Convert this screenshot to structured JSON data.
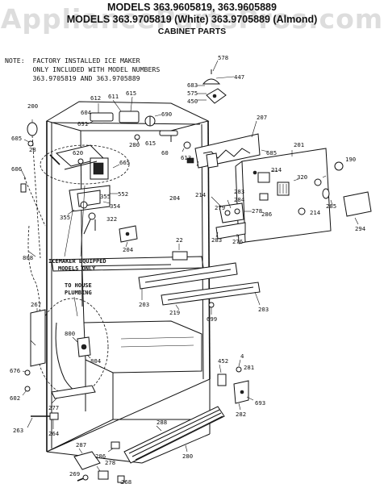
{
  "header": {
    "line1": "MODELS 363.9605819, 363.9605889",
    "line2": "MODELS 363.9705819 (White) 363.9705889 (Almond)",
    "line3": "CABINET PARTS"
  },
  "watermark": "AppliancePartsPros.com",
  "note": {
    "line1": "NOTE:  FACTORY INSTALLED ICE MAKER",
    "line2": "       ONLY INCLUDED WITH MODEL NUMBERS",
    "line3": "       363.9705819 AND 363.9705889"
  },
  "callouts": {
    "icemaker_1": "ICEMAKER EQUIPPED",
    "icemaker_2": "MODELS ONLY",
    "house_1": "TO HOUSE",
    "house_2": "PLUMBING"
  },
  "parts": {
    "p578": "578",
    "p447": "447",
    "p683": "683",
    "p575": "575",
    "p450": "450",
    "p200": "200",
    "p605": "605",
    "p28": "28",
    "p612": "612",
    "p611": "611",
    "p615a": "615",
    "p604": "604",
    "p691": "691",
    "p690": "690",
    "p280": "280",
    "p615b": "615",
    "p207": "207",
    "p620": "620",
    "p60": "60",
    "p613": "613",
    "p665": "665",
    "p685": "685",
    "p201": "201",
    "p190": "190",
    "p606": "606",
    "p214a": "214",
    "p320": "320",
    "p355a": "355",
    "p552": "552",
    "p354": "354",
    "p355b": "355",
    "p322": "322",
    "p204a": "204",
    "p214b": "214",
    "p283a": "283",
    "p284": "284",
    "p286": "286",
    "p279": "279",
    "p278a": "278",
    "p214c": "214",
    "p285": "285",
    "p294": "294",
    "p283b": "283",
    "p276": "276",
    "p204b": "204",
    "p808": "808",
    "p22": "22",
    "p203a": "203",
    "p219": "219",
    "p203b": "203",
    "p267": "267",
    "p699": "699",
    "p800": "800",
    "p804": "804",
    "p452": "452",
    "p4": "4",
    "p281": "281",
    "p676": "676",
    "p602": "602",
    "p277": "277",
    "p288": "288",
    "p282": "282",
    "p693": "693",
    "p263": "263",
    "p264": "264",
    "p286b": "286",
    "p280b": "280",
    "p287": "287",
    "p278b": "278",
    "p269": "269",
    "p268": "268"
  }
}
